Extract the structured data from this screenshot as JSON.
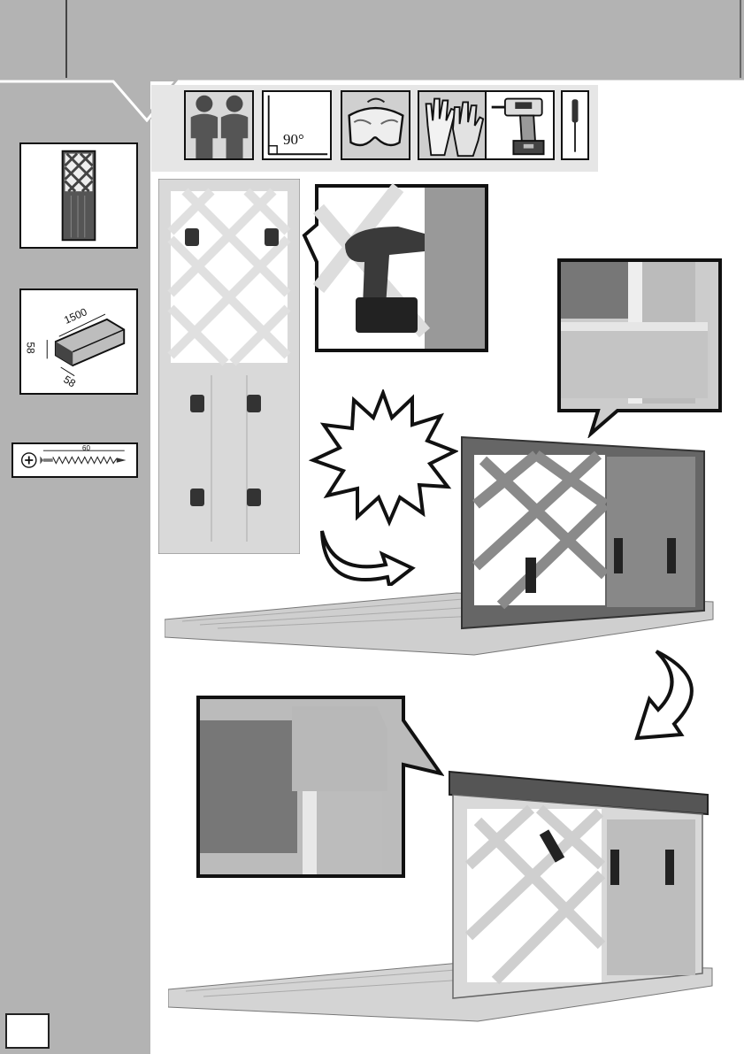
{
  "tools": {
    "persons": {
      "icon": "two-persons-icon"
    },
    "angle": {
      "icon": "right-angle-icon",
      "label": "90°"
    },
    "goggles": {
      "icon": "safety-goggles-icon"
    },
    "gloves": {
      "icon": "work-gloves-icon"
    },
    "drill": {
      "icon": "cordless-drill-icon"
    },
    "screwdriver": {
      "icon": "screwdriver-icon"
    }
  },
  "parts": {
    "panel": {
      "icon": "lattice-panel-icon"
    },
    "beam": {
      "icon": "wooden-beam-icon",
      "length": "1500",
      "height": "58",
      "width": "58"
    },
    "screw": {
      "icon": "screw-icon",
      "length": "60"
    }
  },
  "page_number": {
    "value": ""
  }
}
